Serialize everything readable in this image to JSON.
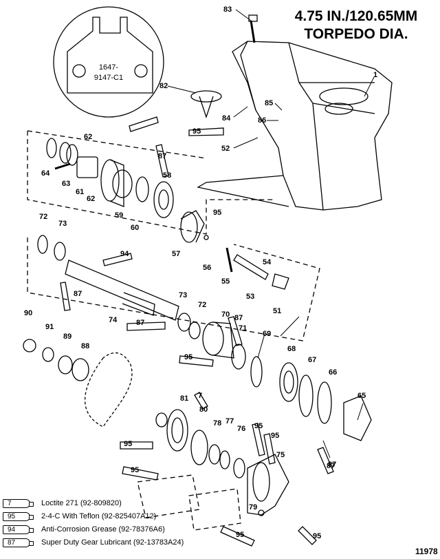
{
  "title": {
    "line1": "4.75 IN./120.65MM",
    "line2": "TORPEDO DIA."
  },
  "inset_stamp": {
    "line1": "1647-",
    "line2": "9147-C1"
  },
  "callouts": [
    "83",
    "1",
    "82",
    "84",
    "85",
    "86",
    "95",
    "52",
    "62",
    "87",
    "64",
    "63",
    "61",
    "62",
    "58",
    "59",
    "60",
    "57",
    "56",
    "95",
    "54",
    "55",
    "53",
    "51",
    "72",
    "73",
    "94",
    "87",
    "74",
    "73",
    "72",
    "70",
    "87",
    "71",
    "90",
    "91",
    "89",
    "88",
    "87",
    "95",
    "69",
    "68",
    "67",
    "66",
    "65",
    "87",
    "81",
    "7",
    "80",
    "78",
    "77",
    "76",
    "95",
    "95",
    "95",
    "75",
    "95",
    "79",
    "87",
    "95",
    "95"
  ],
  "legend": [
    {
      "tube": "7",
      "text": "Loctite 271 (92-809820)"
    },
    {
      "tube": "95",
      "text": "2-4-C  With Teflon (92-825407A12)"
    },
    {
      "tube": "94",
      "text": "Anti-Corrosion Grease (92-78376A6)"
    },
    {
      "tube": "87",
      "text": "Super Duty Gear Lubricant (92-13783A24)"
    }
  ],
  "drawing_number": "11978"
}
